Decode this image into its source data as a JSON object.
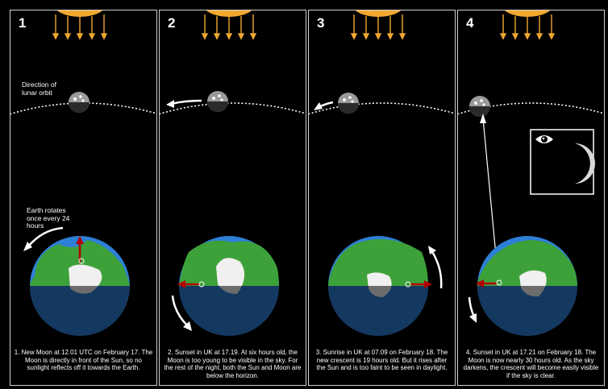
{
  "panels": [
    {
      "number": "1",
      "caption": "1. New Moon at 12.01 UTC on February 17. The Moon is directly in front of the Sun, so no sunlight reflects off it towards the Earth.",
      "labels": {
        "orbit": "Direction of lunar orbit",
        "rotation": "Earth rotates once every 24 hours"
      }
    },
    {
      "number": "2",
      "caption": "2. Sunset in UK at 17.19. At six hours old, the Moon is too young to be visible in the sky. For the rest of the night, both the Sun and Moon are below the horizon."
    },
    {
      "number": "3",
      "caption": "3. Sunrise in UK at 07.09 on February 18. The new crescent is 19 hours old. But it rises after the Sun and is too faint to be seen in daylight."
    },
    {
      "number": "4",
      "caption": "4. Sunset in UK at 17.21 on February 18. The Moon is now nearly 30 hours old. As the sky darkens, the crescent will become easily visible if the sky is clear."
    }
  ],
  "colors": {
    "sun": "#f0a830",
    "ray": "#f0a830",
    "ocean": "#2e7fd6",
    "land": "#3da13a",
    "night": "#000000",
    "arrow": "#b30000",
    "moon": "#9a9a9a"
  }
}
